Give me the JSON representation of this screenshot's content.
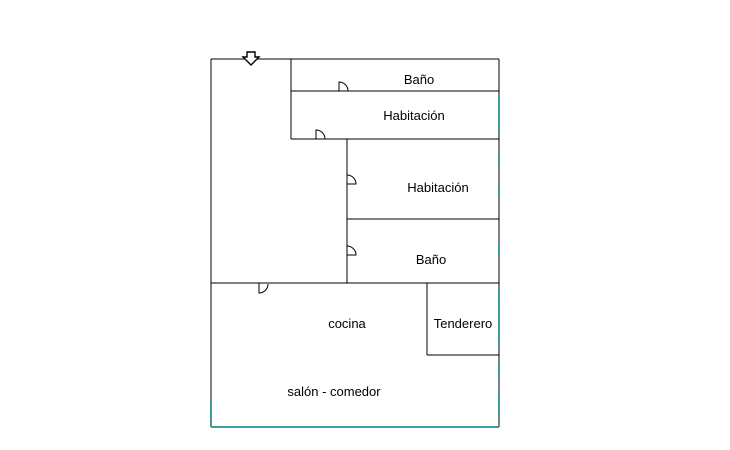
{
  "rooms": {
    "bano_top": "Baño",
    "habitacion_top": "Habitación",
    "habitacion_mid": "Habitación",
    "bano_bottom": "Baño",
    "cocina": "cocina",
    "tenderero": "Tenderero",
    "salon_comedor": "salón - comedor"
  },
  "colors": {
    "wall": "#000000",
    "window": "#3e9b9b",
    "background": "#ffffff"
  },
  "icons": {
    "entrance": "arrow-down-icon"
  }
}
